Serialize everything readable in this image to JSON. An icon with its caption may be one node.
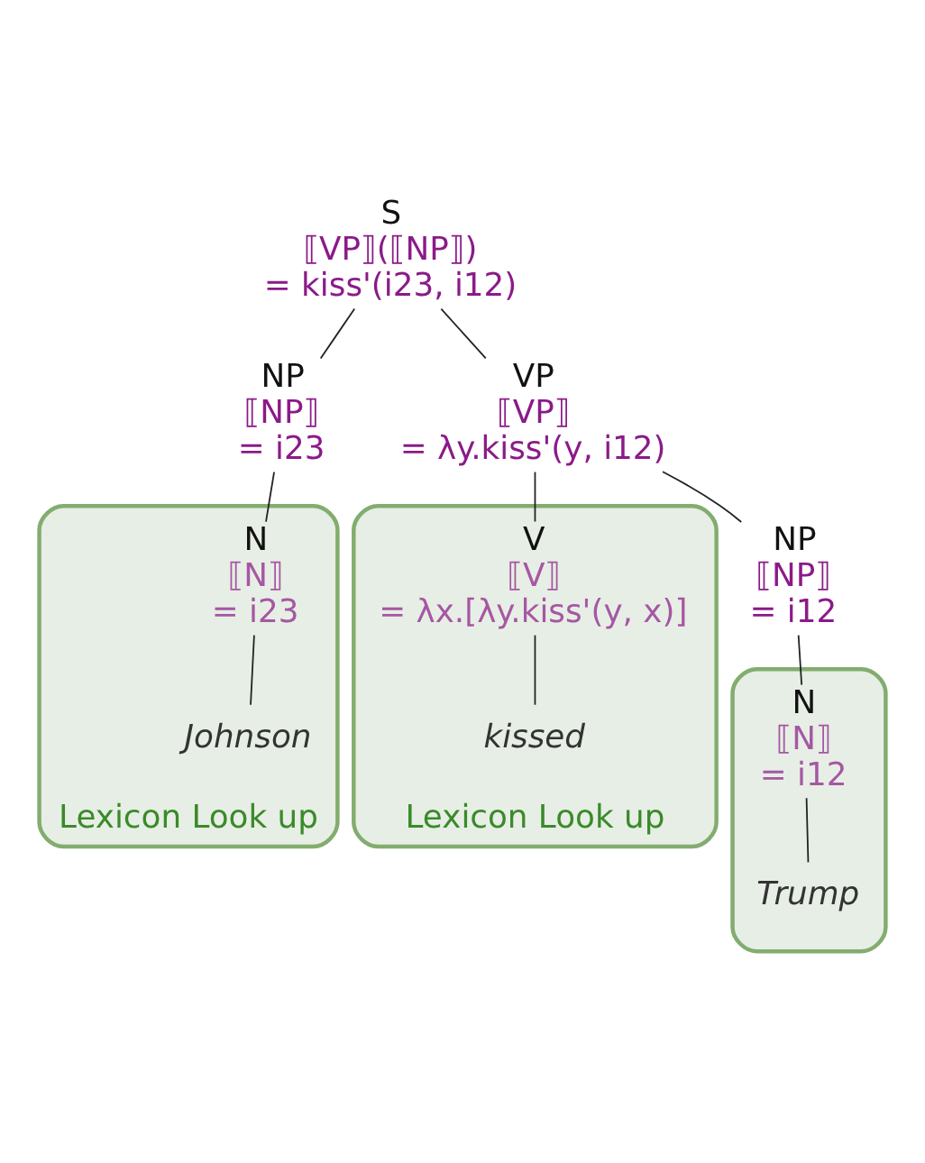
{
  "diagram": {
    "nodes": [
      {
        "text": [
          "S",
          "⟦VP⟧(⟦NP⟧)",
          "= kiss'(i23, i12)"
        ]
      },
      {
        "text": [
          "NP",
          "⟦NP⟧",
          "= i23"
        ]
      },
      {
        "text": [
          "VP",
          "⟦VP⟧",
          "= λy.kiss'(y, i12)"
        ]
      },
      {
        "text": [],
        "shape": "box",
        "beside": [
          "Lexicon Look up"
        ]
      },
      {
        "text": [
          "N",
          "⟦N⟧",
          "= i23"
        ],
        "in": 3
      },
      {
        "text": [
          "Johnson"
        ],
        "in": 3
      },
      {
        "text": [],
        "shape": "box",
        "beside": [
          "Lexicon Look up"
        ]
      },
      {
        "text": [
          "V",
          "⟦V⟧",
          "= λx.[λy.kiss'(y, x)]"
        ],
        "in": 6
      },
      {
        "text": [
          "kissed"
        ],
        "in": 6
      },
      {
        "text": [
          "NP",
          "⟦NP⟧",
          "= i12"
        ]
      },
      {
        "text": [],
        "shape": "box"
      },
      {
        "text": [
          "N",
          "⟦N⟧",
          "= i12"
        ],
        "in": 10
      },
      {
        "text": [
          "Trump"
        ],
        "in": 10
      }
    ],
    "edges": [
      {
        "from": 0,
        "to": 1,
        "arrow": "none"
      },
      {
        "from": 0,
        "to": 2,
        "arrow": "none"
      },
      {
        "from": 1,
        "to": 4,
        "arrow": "none"
      },
      {
        "from": 2,
        "to": 7,
        "arrow": "none"
      },
      {
        "from": 2,
        "to": 9,
        "arrow": "none"
      },
      {
        "from": 4,
        "to": 5,
        "arrow": "none"
      },
      {
        "from": 7,
        "to": 8,
        "arrow": "none"
      },
      {
        "from": 9,
        "to": 11,
        "arrow": "none"
      },
      {
        "from": 11,
        "to": 12,
        "arrow": "none"
      }
    ]
  }
}
